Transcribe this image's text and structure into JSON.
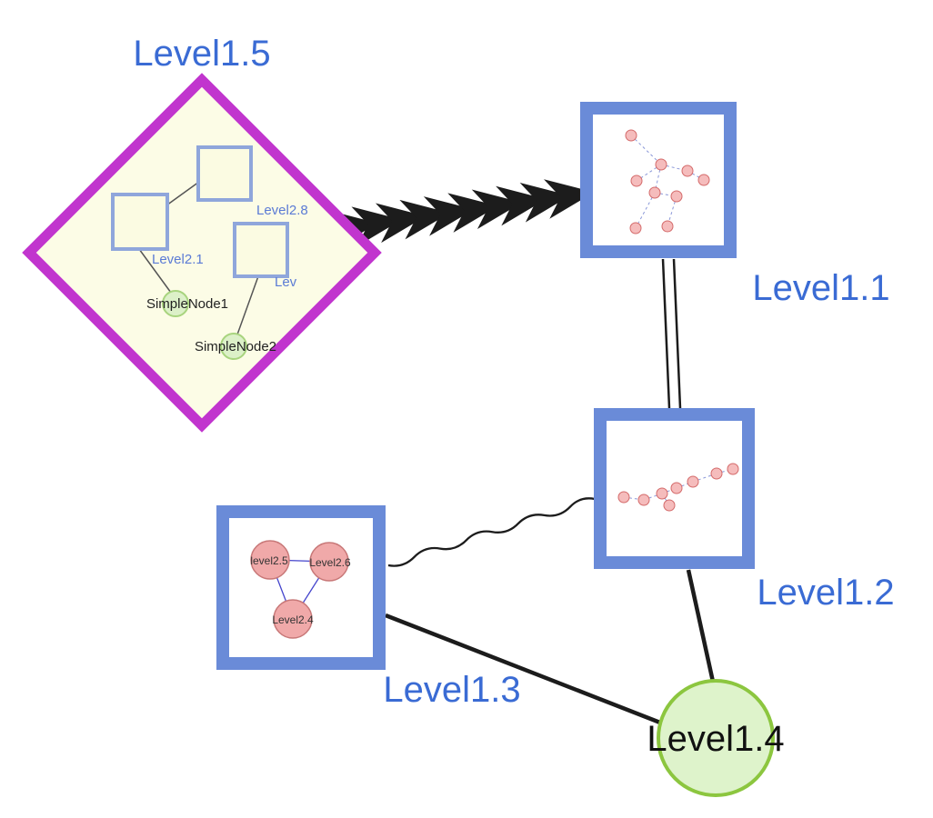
{
  "diagram": {
    "type": "nested-graph-visualization",
    "colors": {
      "label_blue": "#3A6BD4",
      "label_black": "#111111",
      "group_diamond_border": "#C135CE",
      "group_diamond_fill": "#FCFCE6",
      "group_box_border": "#6A8BD8",
      "group_box_fill": "#FFFFFF",
      "inner_square_border": "#8FA6DB",
      "inner_square_fill": "#FBFBE2",
      "green_node_fill": "#DCF0C8",
      "green_node_border": "#8CC63F",
      "pink_node_fill": "#F0A9A9",
      "pink_node_border": "#C87878",
      "mini_node_fill": "#F5BCBC",
      "mini_node_border": "#D46A6A",
      "mini_edge_blue": "#8A97D8",
      "inner_edge_blue": "#4444CC",
      "edge_black": "#1C1C1C"
    },
    "nodes": {
      "level15": {
        "label": "Level1.5",
        "shape": "diamond-group",
        "children": {
          "level28": {
            "label": "Level2.8",
            "shape": "square"
          },
          "level21": {
            "label": "Level2.1",
            "shape": "square"
          },
          "lev": {
            "label": "Lev",
            "shape": "square"
          },
          "simplenode1": {
            "label": "SimpleNode1",
            "shape": "circle"
          },
          "simplenode2": {
            "label": "SimpleNode2",
            "shape": "circle"
          }
        }
      },
      "level11": {
        "label": "Level1.1",
        "shape": "square-group"
      },
      "level12": {
        "label": "Level1.2",
        "shape": "square-group"
      },
      "level13": {
        "label": "Level1.3",
        "shape": "square-group",
        "children": {
          "level25": {
            "label": "level2.5",
            "shape": "circle"
          },
          "level26": {
            "label": "Level2.6",
            "shape": "circle"
          },
          "level24": {
            "label": "Level2.4",
            "shape": "circle"
          }
        }
      },
      "level14": {
        "label": "Level1.4",
        "shape": "circle"
      }
    },
    "edges": [
      {
        "from": "Level1.5",
        "to": "Level1.1",
        "style": "dashed-arrow-chain"
      },
      {
        "from": "Level1.1",
        "to": "Level1.2",
        "style": "double-line"
      },
      {
        "from": "Level1.3",
        "to": "Level1.2",
        "style": "wavy"
      },
      {
        "from": "Level1.3",
        "to": "Level1.4",
        "style": "solid"
      },
      {
        "from": "Level1.2",
        "to": "Level1.4",
        "style": "solid"
      }
    ]
  }
}
